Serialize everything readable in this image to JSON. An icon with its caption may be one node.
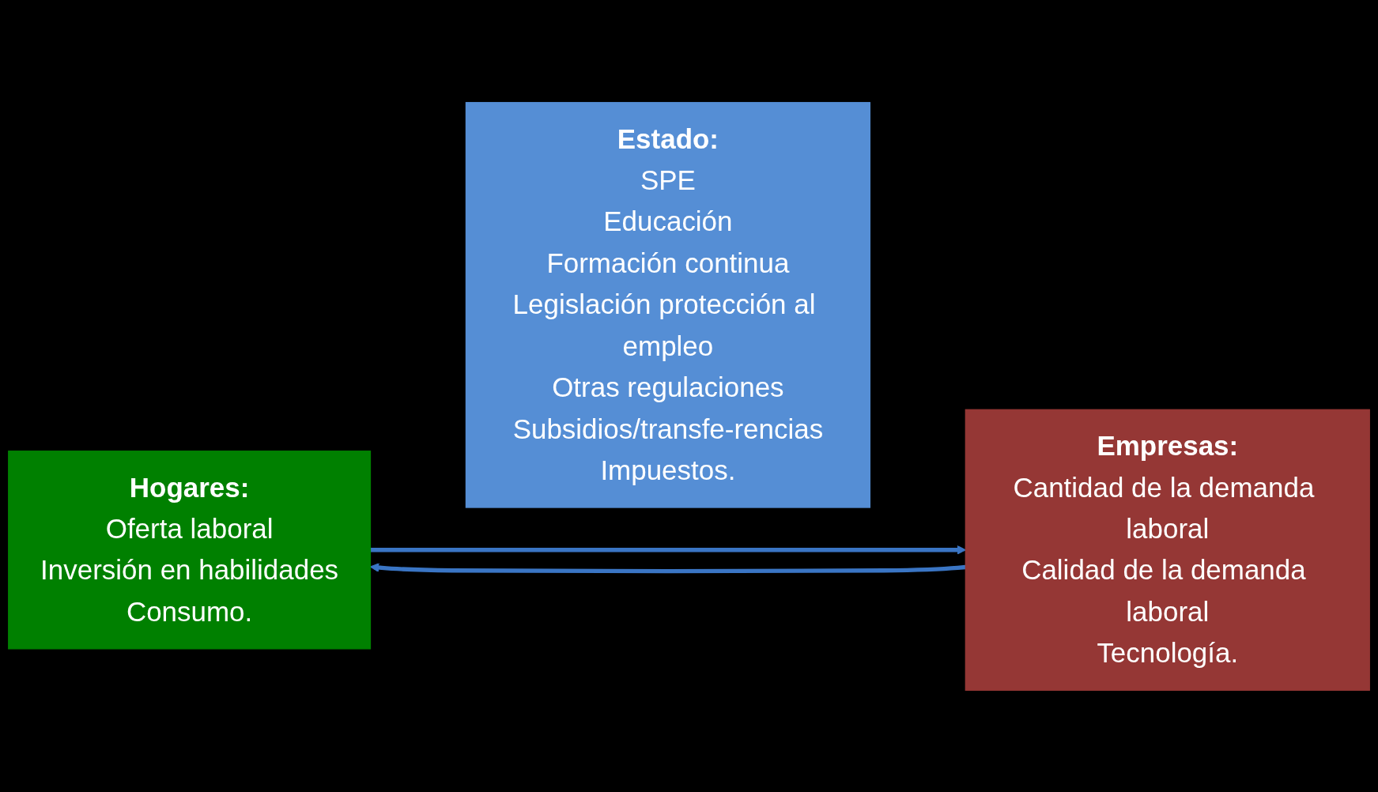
{
  "diagram": {
    "nodes": [
      {
        "text": [
          "Hogares:",
          "Oferta laboral",
          "Inversión en habilidades",
          "Consumo."
        ]
      },
      {
        "text": [
          "Estado:",
          "SPE",
          "Educación",
          "Formación continua",
          "Legislación protección al empleo",
          "Otras regulaciones",
          "Subsidios/transfe-rencias",
          "Impuestos."
        ]
      },
      {
        "text": [
          "Empresas:",
          "Cantidad de la demanda laboral",
          "Calidad de la demanda laboral",
          "Tecnología."
        ]
      }
    ],
    "edges": [
      {
        "from": 2,
        "to": 0,
        "arrow": "to"
      },
      {
        "from": 0,
        "to": 2,
        "arrow": "to"
      }
    ]
  }
}
